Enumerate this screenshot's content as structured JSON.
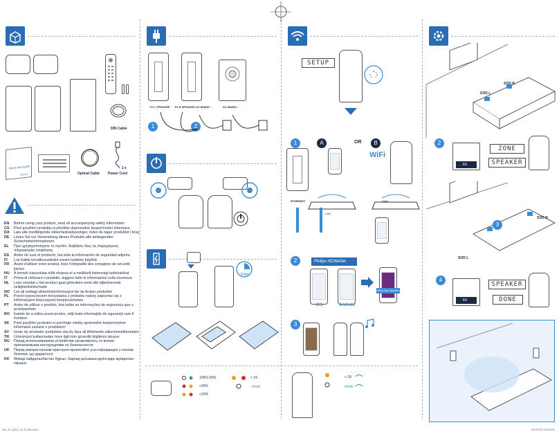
{
  "box_contents": {
    "din_cable": "DIN Cable",
    "optical_cable": "Optical Cable",
    "power_cord": "Power Cord",
    "power_cord_qty": "2 x",
    "quick_start": "Quick start guide",
    "brand_small": "PHILIPS"
  },
  "connect": {
    "labels": [
      "TO L SPEAKER",
      "TO R SPEAKER",
      "AC MAINS ~",
      "AC MAINS ~"
    ],
    "step1": "1",
    "step2": "2",
    "charge_time": "3 hrs"
  },
  "wifi": {
    "setup_lcd": "SETUP",
    "step1": "1",
    "step2": "2",
    "step3": "3",
    "option_a": "A",
    "option_b": "B",
    "or": "OR",
    "wifi_label": "WiFi",
    "ethernet": "ETHERNET",
    "lan": "LAN",
    "wan": "WAN",
    "app_title": "Philips HCWeSet",
    "ios": "iOS",
    "android": "Android",
    "setup_new_speaker": "Setup New Speaker"
  },
  "settings": {
    "sod_l": "SOD L",
    "sod_r": "SOD R",
    "lcd_zone": "ZONE",
    "lcd_speaker": "SPEAKER",
    "lcd_done": "DONE",
    "step2": "2",
    "step3": "3",
    "step4": "4",
    "e6": "E6"
  },
  "status": {
    "battery_high": "100%-30%",
    "battery_mid": "<30%",
    "battery_low": "<10%",
    "times_x": "< 3X",
    "mode": "mode"
  },
  "warnings": [
    {
      "code": "EN",
      "text": "Before using your product, read all accompanying safety information"
    },
    {
      "code": "CS",
      "text": "Před použitím produktu si přečtěte doprovodné bezpečnostní informace"
    },
    {
      "code": "DA",
      "text": "Læs alle medfølgende sikkerhedsoplysninger, inden du tager produktet i brug"
    },
    {
      "code": "DE",
      "text": "Lesen Sie vor Verwendung dieses Produkts alle beiliegenden Sicherheitsinformationen"
    },
    {
      "code": "EL",
      "text": "Πριν χρησιμοποιήσετε το προϊόν, διαβάστε όλες τις παρεχόμενες πληροφορίες ασφάλειας"
    },
    {
      "code": "ES",
      "text": "Antes de usar el producto, lea toda la información de seguridad adjunta"
    },
    {
      "code": "FI",
      "text": "Lue kaikki turvallisuustiedot ennen tuotteen käyttöä"
    },
    {
      "code": "FR",
      "text": "Avant d'utiliser votre produit, lisez l'intégralité des consignes de sécurité jointes"
    },
    {
      "code": "HU",
      "text": "A termék használata előtt olvassa el a mellékelt biztonsági tudnivalókat"
    },
    {
      "code": "IT",
      "text": "Prima di utilizzare il prodotto, leggere tutte le informazioni sulla sicurezza"
    },
    {
      "code": "NL",
      "text": "Lees voordat u het product gaat gebruiken eerst alle bijbehorende veiligheidsinformatie"
    },
    {
      "code": "NO",
      "text": "Les all vedlagt sikkerhetsinformasjon før du bruker produktet"
    },
    {
      "code": "PL",
      "text": "Przed rozpoczęciem korzystania z produktu należy zapoznać się z informacjami dotyczącymi bezpieczeństwa"
    },
    {
      "code": "PT",
      "text": "Antes de utilizar o produto, leia todas as informações de segurança que o acompanham"
    },
    {
      "code": "RO",
      "text": "Înainte de a utiliza acest produs, citiţi toate informaţiile de siguranţă care îl însoţesc"
    },
    {
      "code": "SK",
      "text": "Pred použitím produktu si prečítajte všetky sprievodné bezpečnostné informácie zaslané s produktom"
    },
    {
      "code": "SV",
      "text": "Innan du använder produkten ska du läsa all tillhörande säkerhetsinformation"
    },
    {
      "code": "TR",
      "text": "Ürününüzü kullanmadan önce ilgili tüm güvenlik bilgilerini okuyun"
    },
    {
      "code": "RU",
      "text": "Перед использованием устройства ознакомьтесь со всеми прилагаемыми инструкциями по безопасности"
    },
    {
      "code": "UK",
      "text": "Перед використанням пристрою прочитайте усю інформацію з техніки безпеки, що додається"
    },
    {
      "code": "KK",
      "text": "Өнімді пайдаланбастан бұрын, барлық қосымша қауіпсіздік ақпаратын оқыңыз"
    }
  ],
  "footer": {
    "left": "Ds_12_QSG_V1.0_Ab.indd 1",
    "right": "2017/1/21  10:03:01"
  },
  "colors": {
    "accent": "#2a6db5",
    "light_accent": "#3c8bd4",
    "highlight": "#cfe3f6"
  }
}
